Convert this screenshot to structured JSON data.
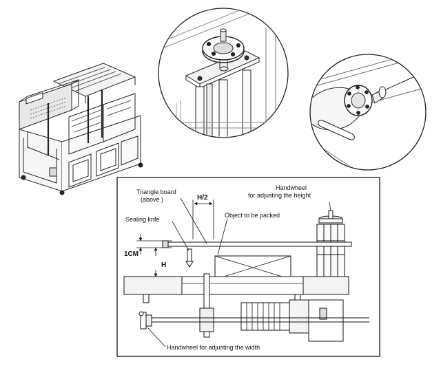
{
  "labels": {
    "triangle_board": "Triangle board",
    "triangle_board_note": "(above )",
    "half_height": "H/2",
    "handwheel_height_line1": "Handwheel",
    "handwheel_height_line2": "for adjusting the height",
    "sealing_knife": "Sealing knfe",
    "object_packed": "Object to be packed",
    "one_cm": "1CM",
    "height_h": "H",
    "handwheel_width": "Handwheel for adjusting the width"
  }
}
